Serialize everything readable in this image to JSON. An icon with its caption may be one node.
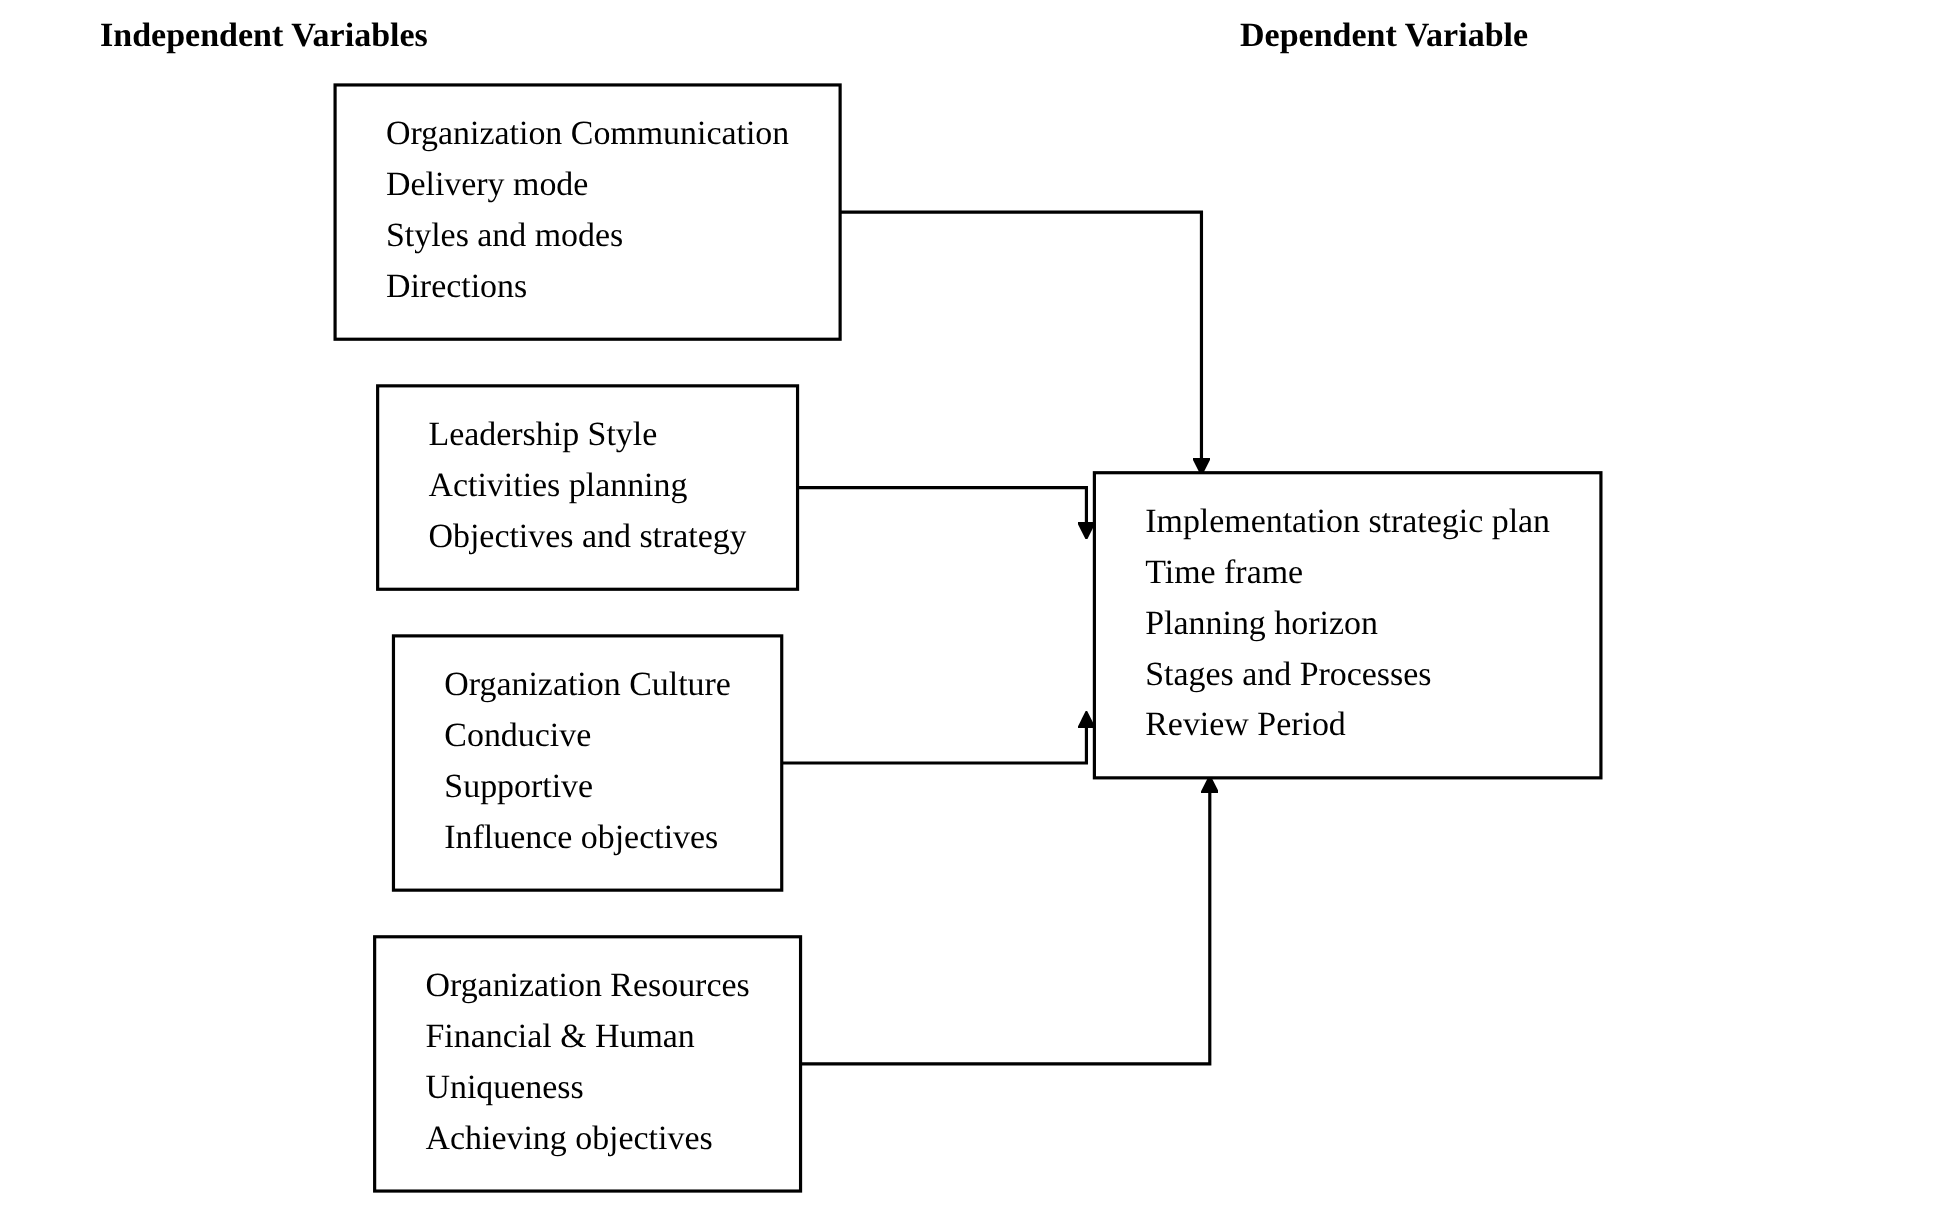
{
  "diagram": {
    "nodes": [
      {
        "text": [
          "Organization Communication",
          "Delivery mode",
          "Styles and modes",
          "Directions"
        ]
      },
      {
        "text": [
          "Leadership Style",
          "Activities planning",
          "Objectives and strategy"
        ]
      },
      {
        "text": [
          "Organization Culture",
          "Conducive",
          "Supportive",
          "Influence objectives"
        ]
      },
      {
        "text": [
          "Organization Resources",
          "Financial & Human",
          "Uniqueness",
          "Achieving objectives"
        ]
      },
      {
        "text": [
          "Implementation strategic plan",
          "Time frame",
          "Planning horizon",
          "Stages and Processes",
          "Review Period"
        ]
      }
    ],
    "edges": [
      {
        "from": 0,
        "to": 4,
        "arrow": "to"
      },
      {
        "from": 1,
        "to": 4,
        "arrow": "to"
      },
      {
        "from": 2,
        "to": 4,
        "arrow": "to"
      },
      {
        "from": 3,
        "to": 4,
        "arrow": "to"
      }
    ],
    "labels": [
      "Independent Variables",
      "Dependent Variable"
    ]
  }
}
